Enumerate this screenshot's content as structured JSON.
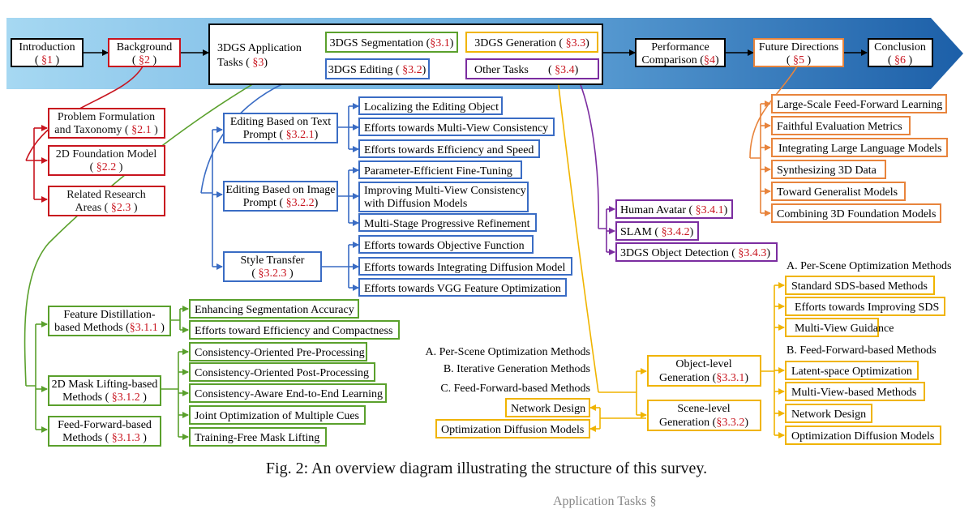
{
  "colors": {
    "red": "#c8141e",
    "green": "#5aa02c",
    "blue": "#3a6cc4",
    "yellow": "#f0b400",
    "purple": "#7b2da0",
    "orange": "#e8843c",
    "black": "#000000",
    "band": "#1c5fa8"
  },
  "top": {
    "intro": {
      "l1": "Introduction",
      "l2a": "(",
      "ref": "§1",
      "l2b": ")"
    },
    "background": {
      "l1": "Background",
      "l2a": "(",
      "ref": "§2",
      "l2b": ")"
    },
    "apps": {
      "l1": "3DGS Application",
      "l2a": "Tasks (",
      "ref": "§3",
      "l2b": ")"
    },
    "seg": {
      "l1a": "3DGS Segmentation (",
      "ref": "§3.1",
      "l1b": ")"
    },
    "edit": {
      "l1a": "3DGS Editing (",
      "ref": "§3.2",
      "l1b": ")"
    },
    "gen": {
      "l1a": "3DGS Generation (",
      "ref": "§3.3",
      "l1b": ")"
    },
    "other": {
      "l1a": "Other Tasks",
      "l1b": "(",
      "ref": "§3.4",
      "l1c": ")"
    },
    "perf": {
      "l1": "Performance",
      "l2a": "Comparison (",
      "ref": "§4",
      "l2b": ")"
    },
    "future": {
      "l1": "Future Directions",
      "l2a": "(",
      "ref": "§5",
      "l2b": ")"
    },
    "conclusion": {
      "l1": "Conclusion",
      "l2a": "(",
      "ref": "§6",
      "l2b": ")"
    }
  },
  "background_items": [
    {
      "l1": "Problem Formulation",
      "l2a": "and Taxonomy (",
      "ref": "§2.1",
      "l2b": ")"
    },
    {
      "l1": "2D Foundation Model",
      "l2a": "(",
      "ref": "§2.2",
      "l2b": ")"
    },
    {
      "l1": "Related Research",
      "l2a": "Areas (",
      "ref": "§2.3",
      "l2b": ")"
    }
  ],
  "editing": {
    "text_prompt": {
      "l1": "Editing Based on Text",
      "l2a": "Prompt (",
      "ref": "§3.2.1",
      "l2b": ")"
    },
    "image_prompt": {
      "l1": "Editing Based on Image",
      "l2a": "Prompt (",
      "ref": "§3.2.2",
      "l2b": ")"
    },
    "style": {
      "l1": "Style Transfer",
      "l2a": "(",
      "ref": "§3.2.3",
      "l2b": ")"
    },
    "text_items": [
      "Localizing the Editing Object",
      "Efforts towards Multi-View Consistency",
      "Efforts towards Efficiency and Speed"
    ],
    "image_items": [
      "Parameter-Efficient Fine-Tuning",
      "Improving Multi-View Consistency",
      "with Diffusion Models",
      "Multi-Stage Progressive Refinement"
    ],
    "style_items": [
      "Efforts towards Objective Function",
      "Efforts towards Integrating Diffusion Model",
      "Efforts towards VGG Feature Optimization"
    ]
  },
  "other_items": [
    {
      "label": "Human Avatar (",
      "ref": "§3.4.1",
      "close": ")"
    },
    {
      "label": "SLAM (",
      "ref": "§3.4.2",
      "close": ")"
    },
    {
      "label": "3DGS Object Detection (",
      "ref": "§3.4.3",
      "close": ")"
    }
  ],
  "future_items": [
    "Large-Scale Feed-Forward Learning",
    "Faithful Evaluation Metrics",
    "Integrating Large Language Models",
    "Synthesizing 3D Data",
    "Toward Generalist Models",
    "Combining 3D Foundation Models"
  ],
  "segmentation": {
    "feature": {
      "l1": "Feature Distillation-",
      "l2a": "based Methods (",
      "ref": "§3.1.1",
      "l2b": ")"
    },
    "mask": {
      "l1": "2D Mask Lifting-based",
      "l2a": "Methods (",
      "ref": "§3.1.2",
      "l2b": ")"
    },
    "ff": {
      "l1": "Feed-Forward-based",
      "l2a": "Methods (",
      "ref": "§3.1.3",
      "l2b": ")"
    },
    "feature_items": [
      "Enhancing Segmentation Accuracy",
      "Efforts toward Efficiency and Compactness"
    ],
    "mask_items": [
      "Consistency-Oriented Pre-Processing",
      "Consistency-Oriented Post-Processing",
      "Consistency-Aware End-to-End Learning",
      "Joint Optimization of Multiple Cues",
      "Training-Free Mask Lifting"
    ]
  },
  "generation": {
    "object": {
      "l1": "Object-level",
      "l2a": "Generation (",
      "ref": "§3.3.1",
      "l2b": ")"
    },
    "scene": {
      "l1": "Scene-level",
      "l2a": "Generation (",
      "ref": "§3.3.2",
      "l2b": ")"
    },
    "object_plain": [
      "A. Per-Scene Optimization Methods",
      "B. Iterative Generation Methods",
      "C. Feed-Forward-based Methods"
    ],
    "scene_items": [
      "Network Design",
      "Optimization Diffusion Models"
    ],
    "right_header_a": "A. Per-Scene Optimization Methods",
    "right_items_a": [
      "Standard SDS-based Methods",
      "Efforts towards Improving SDS",
      "Multi-View Guidance"
    ],
    "right_header_b": "B. Feed-Forward-based Methods",
    "right_items_b": [
      "Latent-space Optimization",
      "Multi-View-based Methods",
      "Network Design",
      "Optimization Diffusion Models"
    ]
  },
  "caption": "Fig. 2: An overview diagram illustrating the structure of this survey.",
  "cutoff_text": "Application Tasks §"
}
